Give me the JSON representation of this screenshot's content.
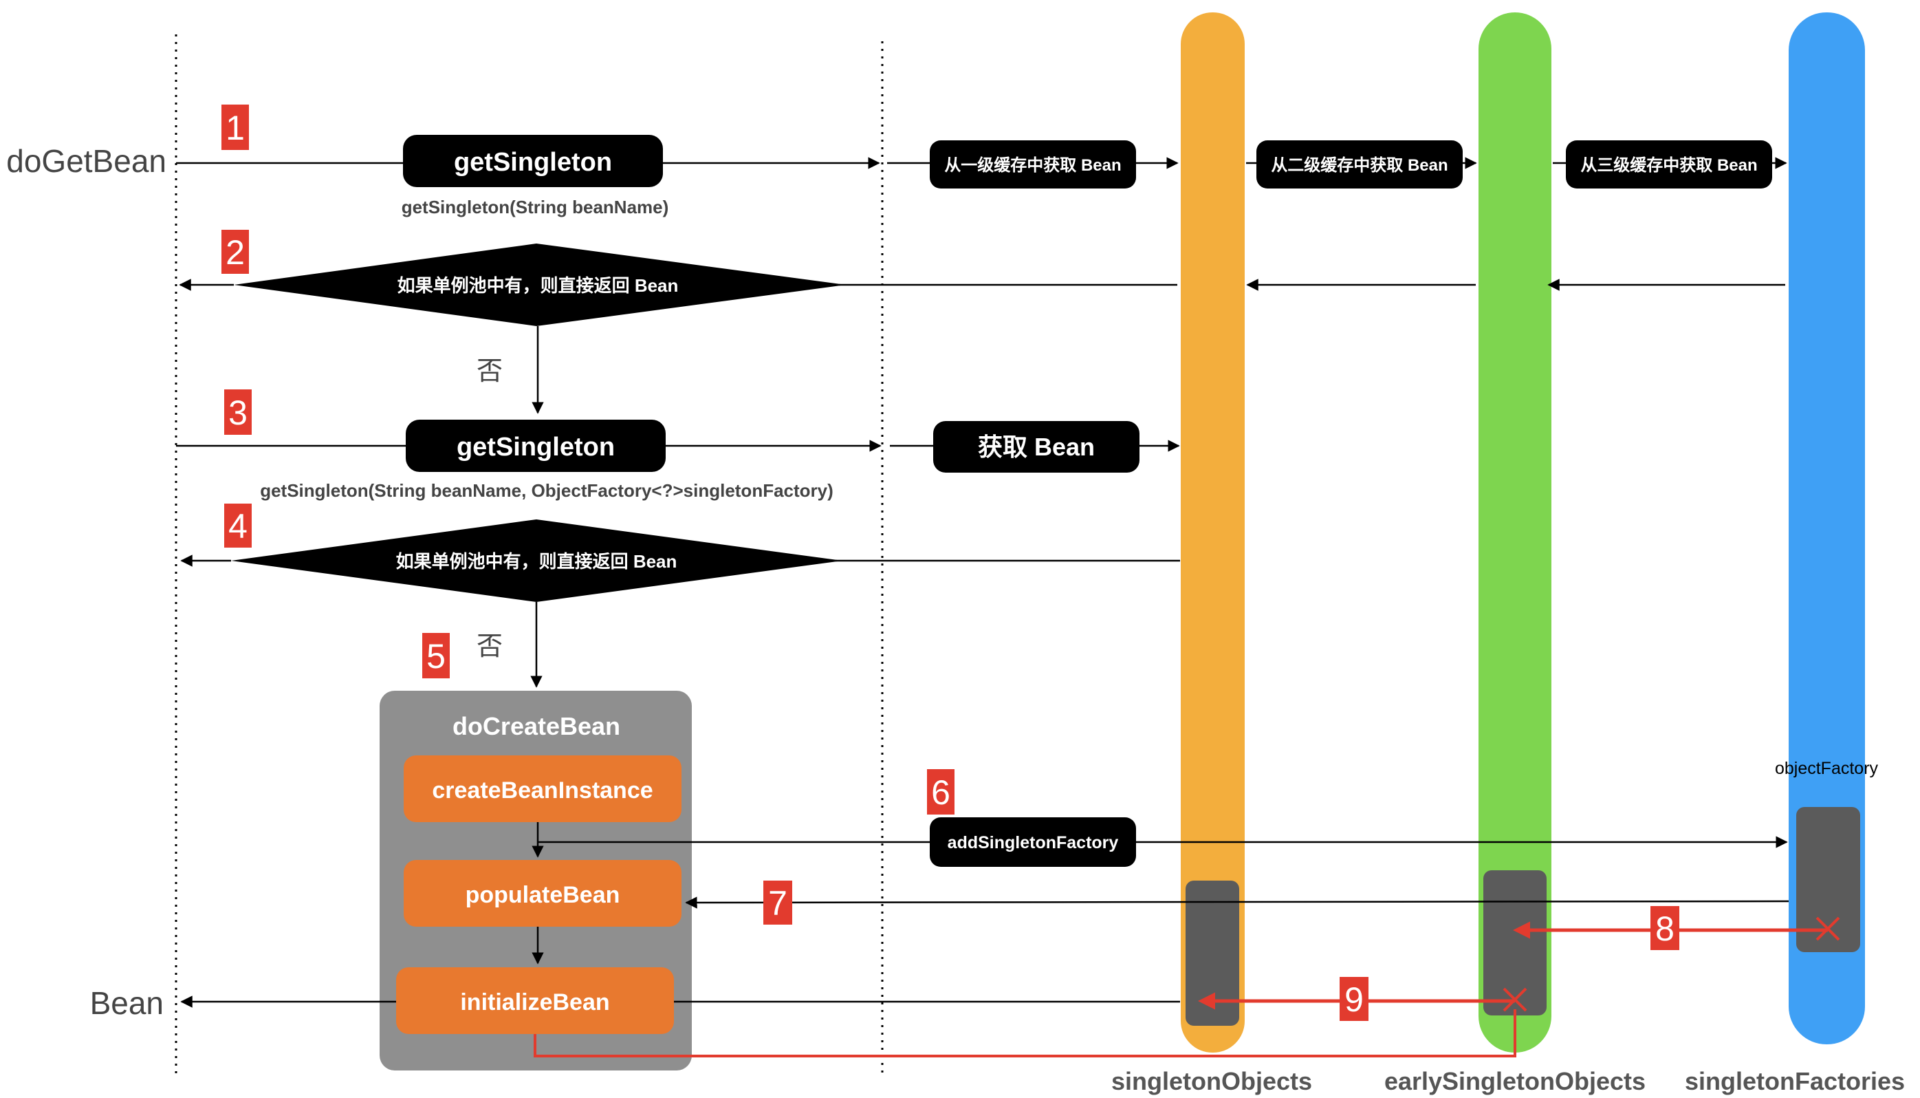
{
  "labels": {
    "doGetBean": "doGetBean",
    "bean": "Bean",
    "singletonObjects": "singletonObjects",
    "earlySingletonObjects": "earlySingletonObjects",
    "singletonFactories": "singletonFactories",
    "objectFactory": "objectFactory",
    "no1": "否",
    "no2": "否"
  },
  "steps": {
    "getSingleton1": "getSingleton",
    "getSingleton1_sig": "getSingleton(String beanName)",
    "cache1": "从一级缓存中获取 Bean",
    "cache2": "从二级缓存中获取 Bean",
    "cache3": "从三级缓存中获取 Bean",
    "decision1": "如果单例池中有，则直接返回 Bean",
    "getSingleton2": "getSingleton",
    "getSingleton2_sig": "getSingleton(String beanName, ObjectFactory<?>singletonFactory)",
    "getBean": "获取 Bean",
    "decision2": "如果单例池中有，则直接返回 Bean",
    "doCreateBean": "doCreateBean",
    "createBeanInstance": "createBeanInstance",
    "populateBean": "populateBean",
    "initializeBean": "initializeBean",
    "addSingletonFactory": "addSingletonFactory"
  },
  "badges": [
    "1",
    "2",
    "3",
    "4",
    "5",
    "6",
    "7",
    "8",
    "9"
  ],
  "colors": {
    "singletonObjects": "#F3AE3D",
    "earlySingletonObjects": "#7ED54F",
    "singletonFactories": "#3FA0F5",
    "badge": "#E23B2E",
    "orangeBox": "#E8792F",
    "container": "#8F8F8F",
    "darkBlock": "#5B5B5B",
    "redLine": "#E23B2E"
  }
}
